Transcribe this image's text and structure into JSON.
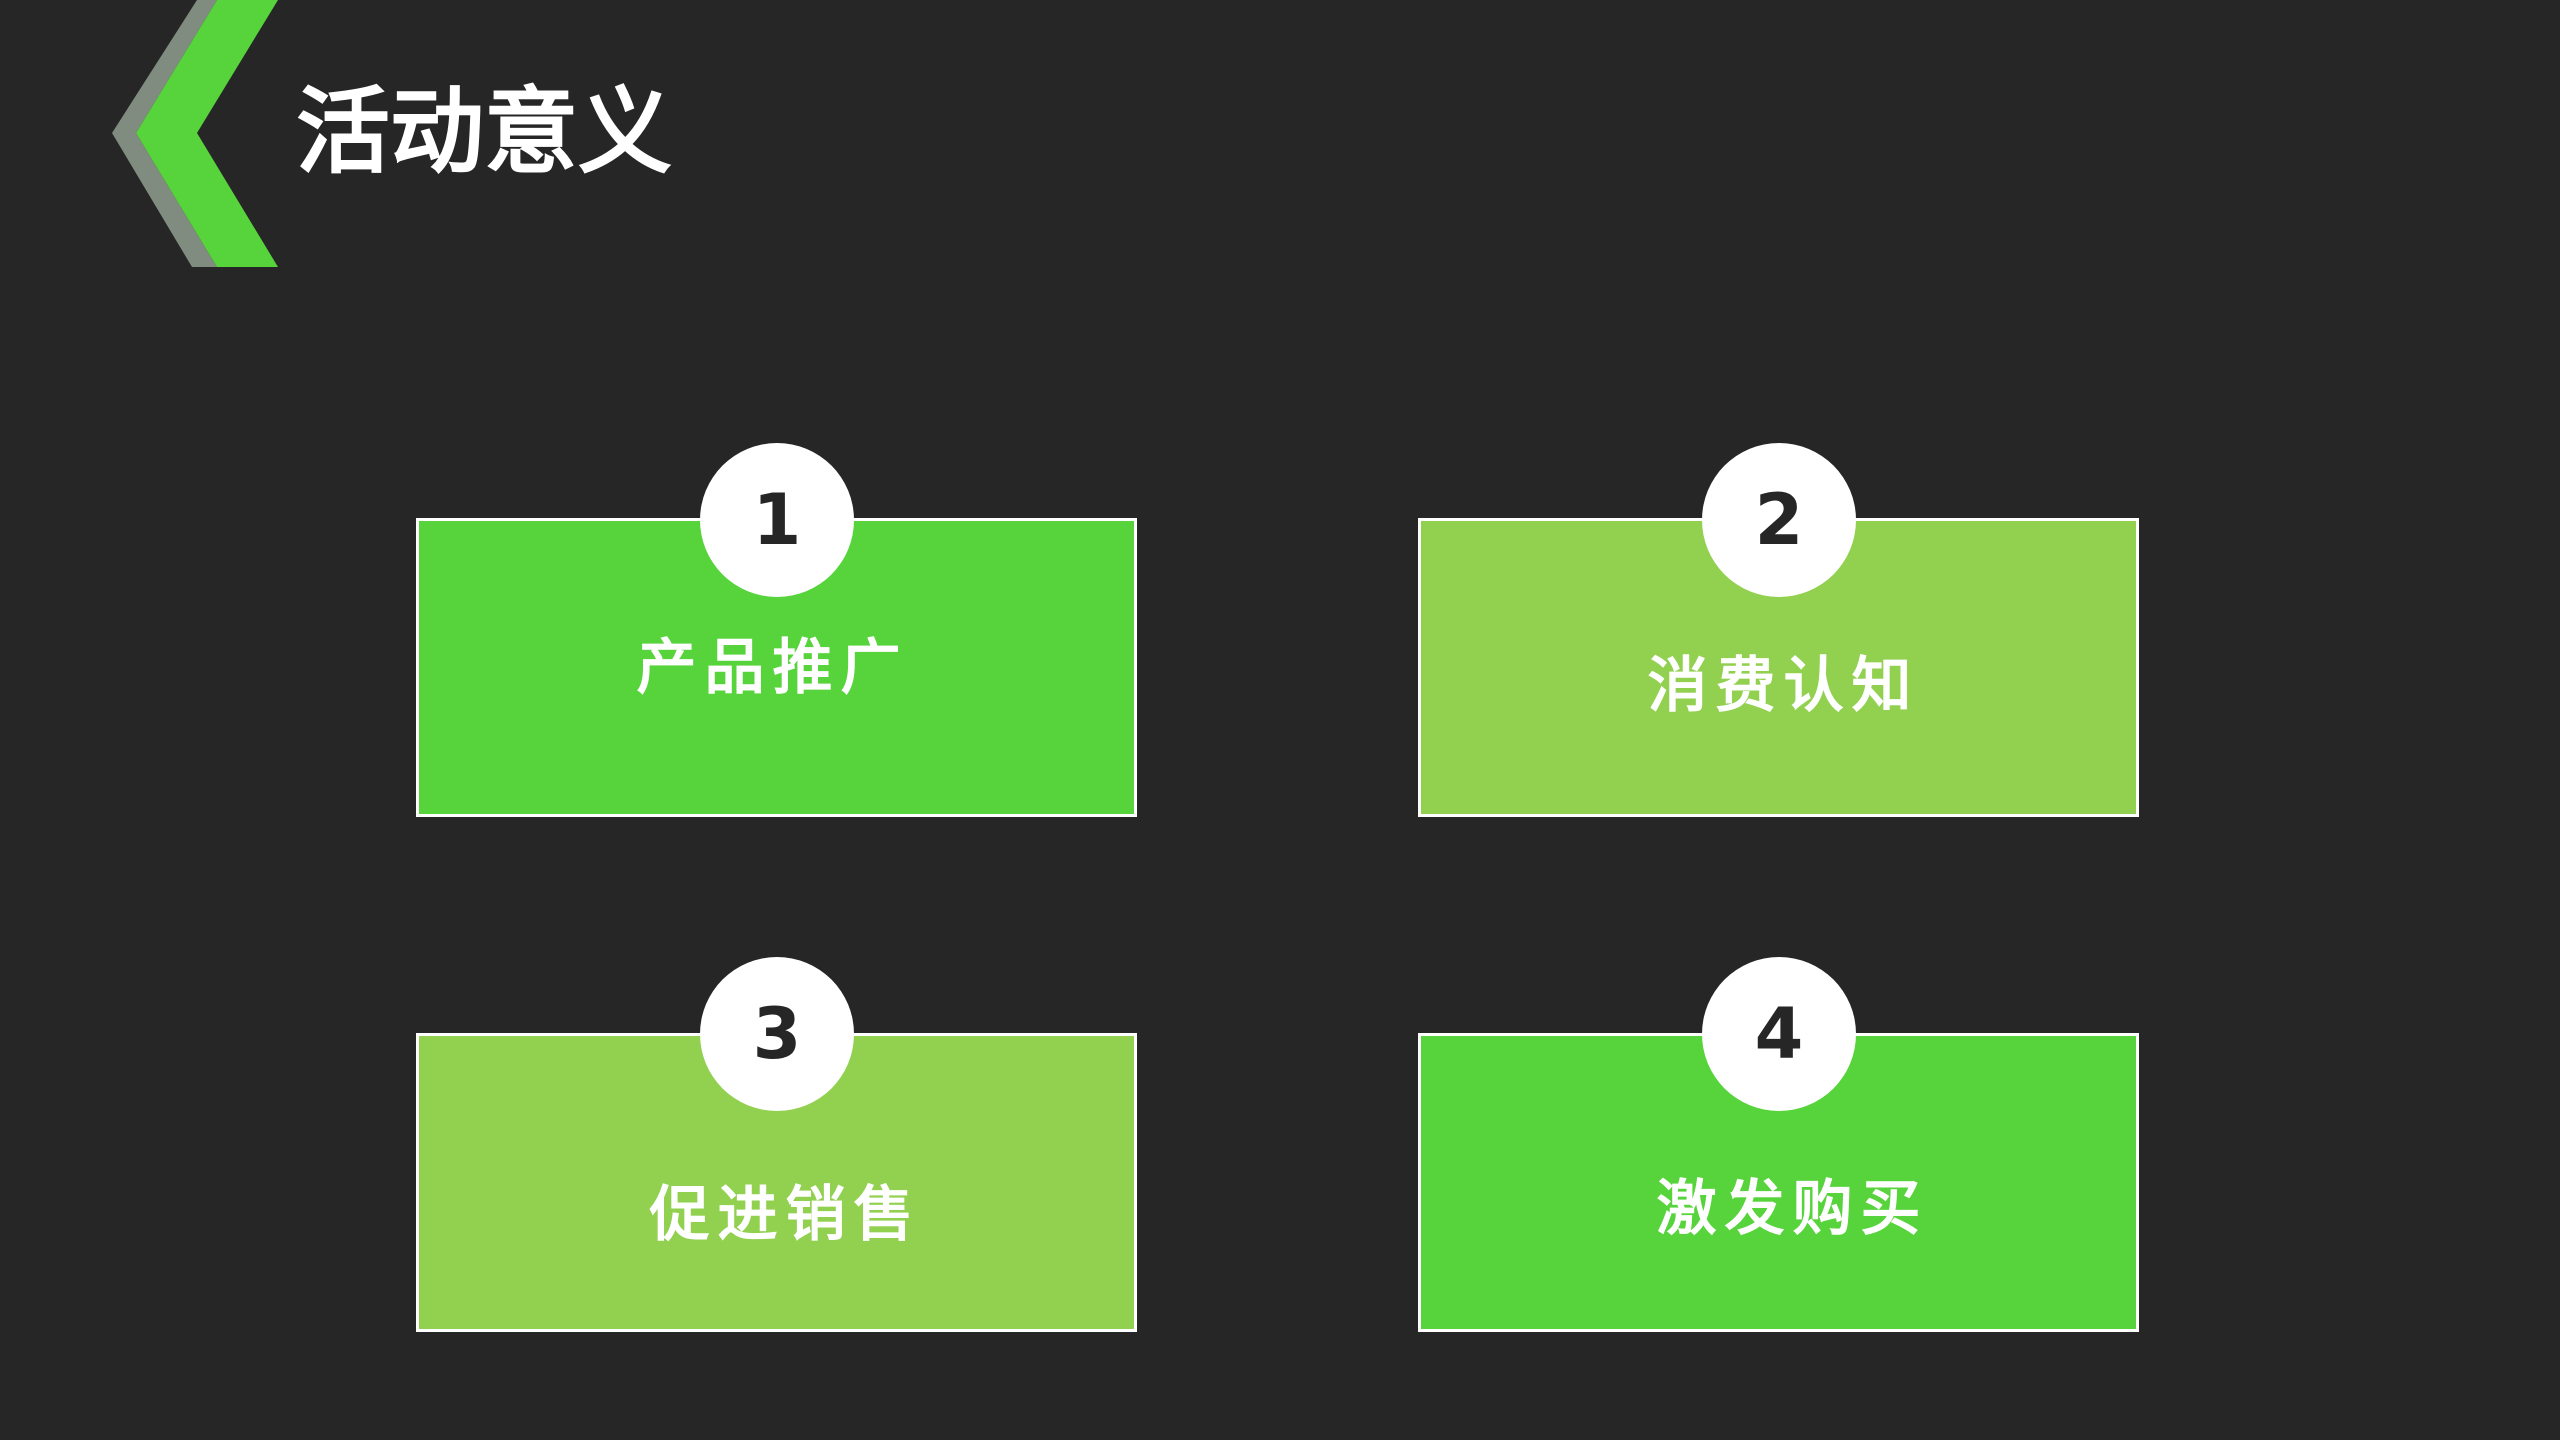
{
  "slide": {
    "title": "活动意义",
    "colors": {
      "background": "#262626",
      "accent_green": "#57d33b",
      "light_green": "#92d050",
      "chevron_gray": "#7f8c7f",
      "badge_bg": "#ffffff",
      "badge_text": "#262626",
      "label_text": "#ffffff"
    },
    "decoration": {
      "icon": "chevron-left-icon"
    },
    "cards": [
      {
        "number": "1",
        "label": "产品推广",
        "color": "#57d33b"
      },
      {
        "number": "2",
        "label": "消费认知",
        "color": "#92d050"
      },
      {
        "number": "3",
        "label": "促进销售",
        "color": "#92d050"
      },
      {
        "number": "4",
        "label": "激发购买",
        "color": "#57d33b"
      }
    ]
  }
}
